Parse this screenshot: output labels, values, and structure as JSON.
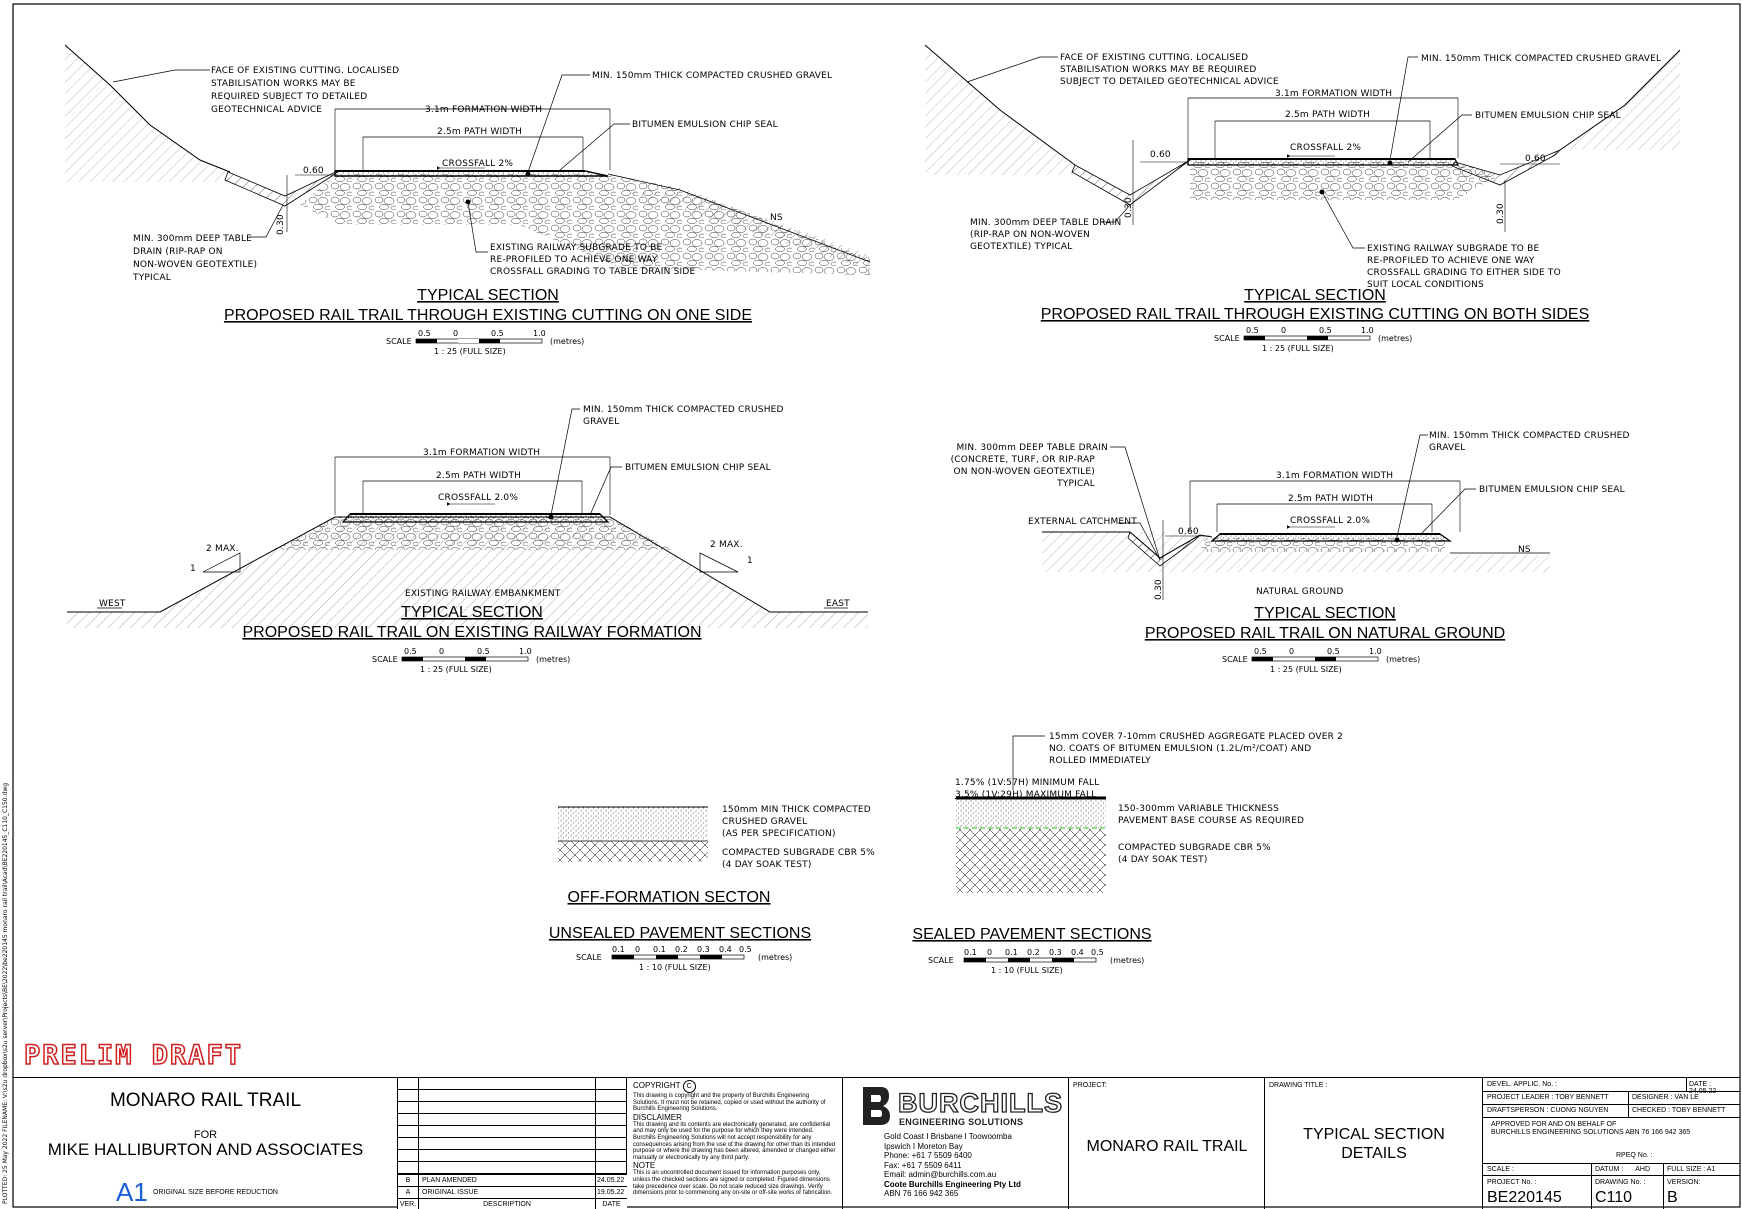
{
  "sections": {
    "s1": {
      "title": "TYPICAL SECTION",
      "subtitle": "PROPOSED RAIL TRAIL THROUGH EXISTING CUTTING ON ONE SIDE",
      "notes": {
        "face1": "FACE OF EXISTING CUTTING. LOCALISED",
        "face2": "STABILISATION WORKS MAY BE",
        "face3": "REQUIRED SUBJECT TO DETAILED",
        "face4": "GEOTECHNICAL ADVICE",
        "gravel": "MIN. 150mm THICK COMPACTED CRUSHED GRAVEL",
        "seal": "BITUMEN EMULSION CHIP SEAL",
        "formation": "3.1m FORMATION WIDTH",
        "path": "2.5m PATH WIDTH",
        "crossfall": "CROSSFALL 2%",
        "dim060": "0.60",
        "dim030": "0.30",
        "drain1": "MIN. 300mm DEEP TABLE",
        "drain2": "DRAIN (RIP-RAP ON",
        "drain3": "NON-WOVEN GEOTEXTILE)",
        "drain4": "TYPICAL",
        "sub1": "EXISTING RAILWAY SUBGRADE TO BE",
        "sub2": "RE-PROFILED TO ACHIEVE ONE WAY",
        "sub3": "CROSSFALL GRADING TO TABLE DRAIN SIDE",
        "ns": "NS"
      }
    },
    "s2": {
      "title": "TYPICAL SECTION",
      "subtitle": "PROPOSED RAIL TRAIL THROUGH EXISTING CUTTING ON BOTH SIDES",
      "notes": {
        "face1": "FACE OF EXISTING CUTTING. LOCALISED",
        "face2": "STABILISATION WORKS MAY BE REQUIRED",
        "face3": "SUBJECT TO DETAILED GEOTECHNICAL ADVICE",
        "gravel": "MIN. 150mm THICK COMPACTED CRUSHED GRAVEL",
        "seal": "BITUMEN EMULSION CHIP SEAL",
        "formation": "3.1m FORMATION WIDTH",
        "path": "2.5m PATH WIDTH",
        "crossfall": "CROSSFALL 2%",
        "dim060a": "0.60",
        "dim060b": "0.60",
        "dim030a": "0.30",
        "dim030b": "0.30",
        "drain1": "MIN. 300mm DEEP TABLE DRAIN",
        "drain2": "(RIP-RAP ON NON-WOVEN",
        "drain3": "GEOTEXTILE) TYPICAL",
        "sub1": "EXISTING RAILWAY SUBGRADE TO BE",
        "sub2": "RE-PROFILED TO ACHIEVE ONE WAY",
        "sub3": "CROSSFALL GRADING TO EITHER SIDE TO",
        "sub4": "SUIT LOCAL CONDITIONS"
      }
    },
    "s3": {
      "title": "TYPICAL SECTION",
      "subtitle": "PROPOSED RAIL TRAIL ON EXISTING RAILWAY FORMATION",
      "notes": {
        "gravel1": "MIN. 150mm THICK COMPACTED CRUSHED",
        "gravel2": "GRAVEL",
        "seal": "BITUMEN EMULSION CHIP SEAL",
        "formation": "3.1m FORMATION WIDTH",
        "path": "2.5m PATH WIDTH",
        "crossfall": "CROSSFALL 2.0%",
        "max_l": "2 MAX.",
        "max_r": "2 MAX.",
        "one_l": "1",
        "one_r": "1",
        "west": "WEST",
        "east": "EAST",
        "embankment": "EXISTING RAILWAY EMBANKMENT"
      }
    },
    "s4": {
      "title": "TYPICAL SECTION",
      "subtitle": "PROPOSED RAIL TRAIL ON NATURAL GROUND",
      "notes": {
        "gravel1": "MIN. 150mm THICK COMPACTED CRUSHED",
        "gravel2": "GRAVEL",
        "seal": "BITUMEN EMULSION CHIP SEAL",
        "formation": "3.1m FORMATION WIDTH",
        "path": "2.5m PATH WIDTH",
        "crossfall": "CROSSFALL 2.0%",
        "drain1": "MIN. 300mm DEEP TABLE DRAIN",
        "drain2": "(CONCRETE, TURF, OR RIP-RAP",
        "drain3": "ON NON-WOVEN GEOTEXTILE)",
        "drain4": "TYPICAL",
        "catchment": "EXTERNAL CATCHMENT",
        "dim060": "0.60",
        "dim030": "0.30",
        "natural": "NATURAL GROUND",
        "ns": "NS"
      }
    },
    "unsealed": {
      "off_title": "OFF-FORMATION SECTON",
      "title": "UNSEALED PAVEMENT SECTIONS",
      "n1": "150mm MIN THICK COMPACTED",
      "n2": "CRUSHED GRAVEL",
      "n3": "(AS PER SPECIFICATION)",
      "n4": "COMPACTED SUBGRADE CBR 5%",
      "n5": "(4 DAY SOAK TEST)"
    },
    "sealed": {
      "title": "SEALED PAVEMENT SECTIONS",
      "n1": "15mm COVER 7-10mm CRUSHED AGGREGATE PLACED OVER 2",
      "n2": "NO. COATS OF BITUMEN EMULSION (1.2L/m²/COAT) AND",
      "n3": "ROLLED IMMEDIATELY",
      "f1": "1.75% (1V:57H) MINIMUM FALL",
      "f2": "3.5% (1V:29H) MAXIMUM FALL",
      "n4": "150-300mm VARIABLE THICKNESS",
      "n5": "PAVEMENT BASE COURSE AS REQUIRED",
      "n6": "COMPACTED SUBGRADE CBR 5%",
      "n7": "(4 DAY SOAK TEST)"
    }
  },
  "scales": {
    "label": "SCALE",
    "units": "(metres)",
    "ticks25": [
      "0.5",
      "0",
      "0.5",
      "1.0"
    ],
    "ratio25": "1 : 25  (FULL SIZE)",
    "ticks10": [
      "0.1",
      "0",
      "0.1",
      "0.2",
      "0.3",
      "0.4",
      "0.5"
    ],
    "ratio10": "1 : 10  (FULL SIZE)"
  },
  "stamp": "PRELIM DRAFT",
  "plot_path": "PLOTTED: 25 May 2022   FILENAME: V:\\s2u dropbox\\s2u server\\Projects\\BE\\2022\\be220145 monaro rail trail\\Acad\\BE220145_C110_C150.dwg",
  "titleblock": {
    "project_name": "MONARO RAIL TRAIL",
    "for_label": "FOR",
    "client": "MIKE HALLIBURTON AND ASSOCIATES",
    "sheet_size": "A1",
    "sheet_size_note": "ORIGINAL SIZE BEFORE REDUCTION",
    "revisions": [
      {
        "ver": "B",
        "desc": "PLAN AMENDED",
        "date": "24.05.22"
      },
      {
        "ver": "A",
        "desc": "ORIGINAL ISSUE",
        "date": "19.05.22"
      }
    ],
    "rev_headers": {
      "ver": "VER.",
      "desc": "DESCRIPTION",
      "date": "DATE"
    },
    "copyright_h": "COPYRIGHT",
    "copyright_sym": "C",
    "copyright_t": "This drawing is copyright and the property of Burchills Engineering Solutions. It must not be retained, copied or used without the authority of Burchills Engineering Solutions.",
    "disclaimer_h": "DISCLAIMER",
    "disclaimer_t": "This drawing and its contents are electronically generated, are confidential and may only be used for the purpose for which they were intended. Burchills Engineering Solutions will not accept responsibility for any consequences arising from the use of the drawing for other than its intended purpose or where the drawing has been altered, amended or changed either manually or electronically by any third party.",
    "note_h": "NOTE",
    "note_t": "This is an uncontrolled document issued for information purposes only, unless the checked sections are signed or completed. Figured dimensions take precedence over scale. Do not scale reduced size drawings. Verify dimensions prior to commencing any on-site or off-site works or fabrication.",
    "logo_main": "BURCHILLS",
    "logo_sub": "ENGINEERING SOLUTIONS",
    "company_lines": [
      "Gold Coast I Brisbane I Toowoomba",
      "Ipswich I Moreton Bay",
      "Phone:  +61 7 5509 6400",
      "Fax: +61 7 5509 6411",
      "Email: admin@burchills.com.au"
    ],
    "company_name": "Coote Burchills Engineering Pty Ltd",
    "company_abn": "ABN 76 166 942 365",
    "project_label": "PROJECT:",
    "project_value": "MONARO RAIL TRAIL",
    "drawing_title_label": "DRAWING TITLE :",
    "drawing_title_1": "TYPICAL SECTION",
    "drawing_title_2": "DETAILS",
    "devel_label": "DEVEL. APPLIC. No. :",
    "date_label": "DATE :",
    "date_value": "24.05.22",
    "project_leader": "PROJECT LEADER :  TOBY BENNETT",
    "designer": "DESIGNER :  VAN LE",
    "draftsperson": "DRAFTSPERSON :  CUONG NGUYEN",
    "checked": "CHECKED :  TOBY BENNETT",
    "approved1": "APPROVED FOR AND ON BEHALF OF",
    "approved2": "BURCHILLS ENGINEERING SOLUTIONS   ABN 76 166 942 365",
    "rpeq": "RPEQ No. :",
    "scale_label": "SCALE :",
    "datum_label": "DATUM :",
    "datum_value": "AHD",
    "fullsize": "FULL SIZE : A1",
    "project_no_label": "PROJECT No. :",
    "project_no": "BE220145",
    "drawing_no_label": "DRAWING No. :",
    "drawing_no": "C110",
    "version_label": "VERSION:",
    "version": "B"
  }
}
